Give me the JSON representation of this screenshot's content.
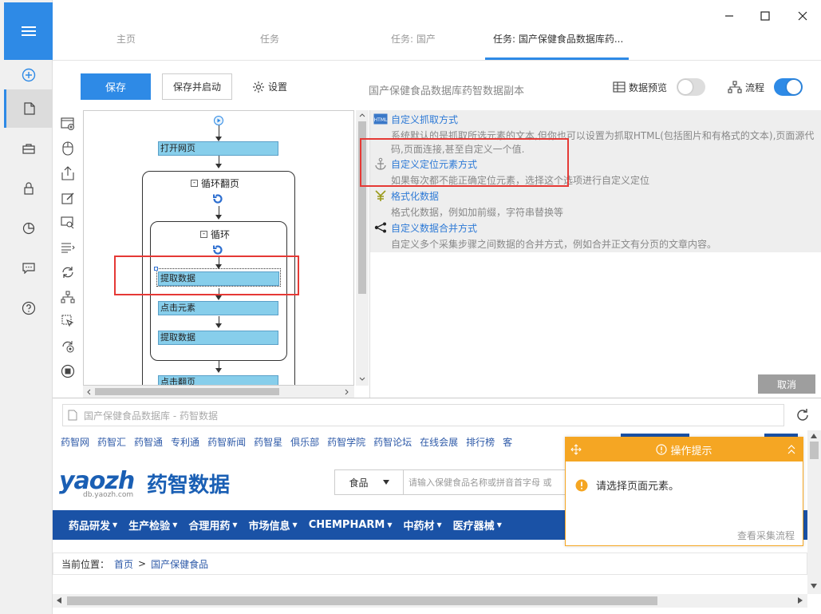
{
  "tabs": [
    {
      "label": "主页"
    },
    {
      "label": "任务"
    },
    {
      "label": "任务: 国产"
    },
    {
      "label": "任务: 国产保健食品数据库药..."
    }
  ],
  "toolbar": {
    "save_label": "保存",
    "save_start_label": "保存并启动",
    "settings_label": "设置",
    "task_title": "国产保健食品数据库药智数据副本",
    "preview_label": "数据预览",
    "preview_on": false,
    "flow_label": "流程",
    "flow_on": true
  },
  "workflow": {
    "start_node": "打开网页",
    "loop_page_label": "循环翻页",
    "loop_label": "循环",
    "inner_nodes": [
      "提取数据",
      "点击元素",
      "提取数据"
    ],
    "after_node": "点击翻页"
  },
  "options": [
    {
      "title": "自定义抓取方式",
      "desc": "系统默认的是抓取所选元素的文本,但你也可以设置为抓取HTML(包括图片和有格式的文本),页面源代码,页面连接,甚至自定义一个值.",
      "icon": "html-icon"
    },
    {
      "title": "自定义定位元素方式",
      "desc": "如果每次都不能正确定位元素，选择这个选项进行自定义定位",
      "icon": "anchor-icon"
    },
    {
      "title": "格式化数据",
      "desc": "格式化数据，例如加前缀，字符串替换等",
      "icon": "format-icon"
    },
    {
      "title": "自定义数据合并方式",
      "desc": "自定义多个采集步骤之间数据的合并方式，例如合并正文有分页的文章内容。",
      "icon": "merge-icon"
    }
  ],
  "cancel_label": "取消",
  "browser": {
    "url_text": "国产保健食品数据库 - 药智数据",
    "top_links": [
      "药智网",
      "药智汇",
      "药智通",
      "专利通",
      "药智新闻",
      "药智星",
      "俱乐部",
      "药智学院",
      "药智论坛",
      "在线会展",
      "排行榜",
      "客"
    ],
    "logo_text": "yaozh",
    "logo_cn": "药智数据",
    "logo_sub": "db.yaozh.com",
    "search_select": "食品",
    "search_placeholder": "请输入保健食品名称或拼音首字母  或",
    "nav_items": [
      "药品研发",
      "生产检验",
      "合理用药",
      "市场信息",
      "CHEMPHARM",
      "中药材",
      "医疗器械"
    ],
    "crumb_prefix": "当前位置：",
    "crumb_home": "首页",
    "crumb_sep": ">",
    "crumb_current": "国产保健食品"
  },
  "popup": {
    "title": "操作提示",
    "message": "请选择页面元素。",
    "footer": "查看采集流程"
  },
  "colors": {
    "accent": "#2e8ae6",
    "node": "#87ceeb",
    "highlight": "#e53935",
    "popup": "#f5a623",
    "nav": "#1a52a6"
  }
}
